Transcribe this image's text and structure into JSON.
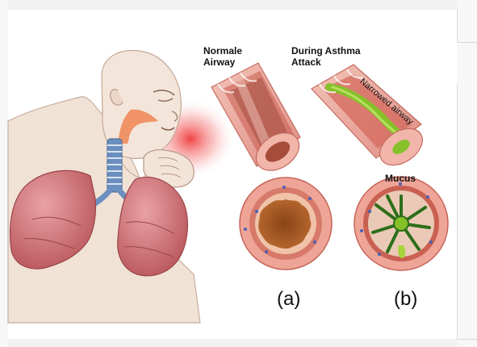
{
  "labels": {
    "normal_airway": "Normale\nAirway",
    "asthma_attack": "During Asthma\nAttack",
    "narrowed_airway": "Narrowed airway",
    "mucus": "Mucus"
  },
  "panels": {
    "a": "(a)",
    "b": "(b)"
  },
  "colors": {
    "airway_wall": "#e9a5a0",
    "airway_muscle": "#c95b4f",
    "mucus": "#86c12a",
    "lung": "#d27d80",
    "trachea": "#6b8fbf",
    "skin": "#f1e2d6"
  }
}
